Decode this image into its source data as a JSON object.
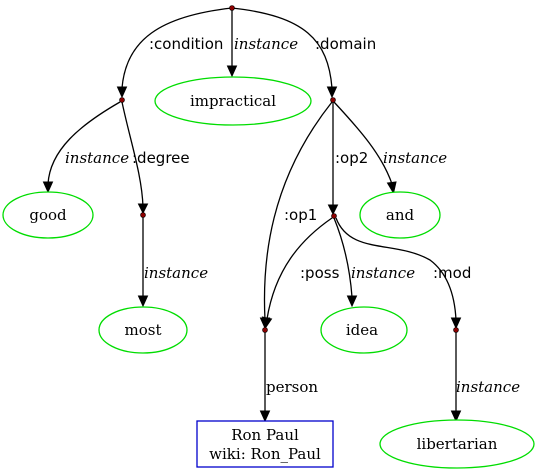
{
  "nodes": {
    "impractical": "impractical",
    "good": "good",
    "most": "most",
    "and": "and",
    "idea": "idea",
    "libertarian": "libertarian",
    "ron_paul_line1": "Ron Paul",
    "ron_paul_line2": "wiki: Ron_Paul"
  },
  "edges": {
    "condition": ":condition",
    "instance_root": "instance",
    "domain": ":domain",
    "instance_good": "instance",
    "degree": ":degree",
    "instance_most": "instance",
    "op2": ":op2",
    "instance_and": "instance",
    "op1": ":op1",
    "poss": ":poss",
    "instance_idea": "instance",
    "mod": ":mod",
    "instance_libertarian": "instance",
    "person": "person"
  },
  "colors": {
    "concept_border": "#00dd00",
    "entity_border": "#0000cc",
    "variable_dot": "#8b0000"
  }
}
